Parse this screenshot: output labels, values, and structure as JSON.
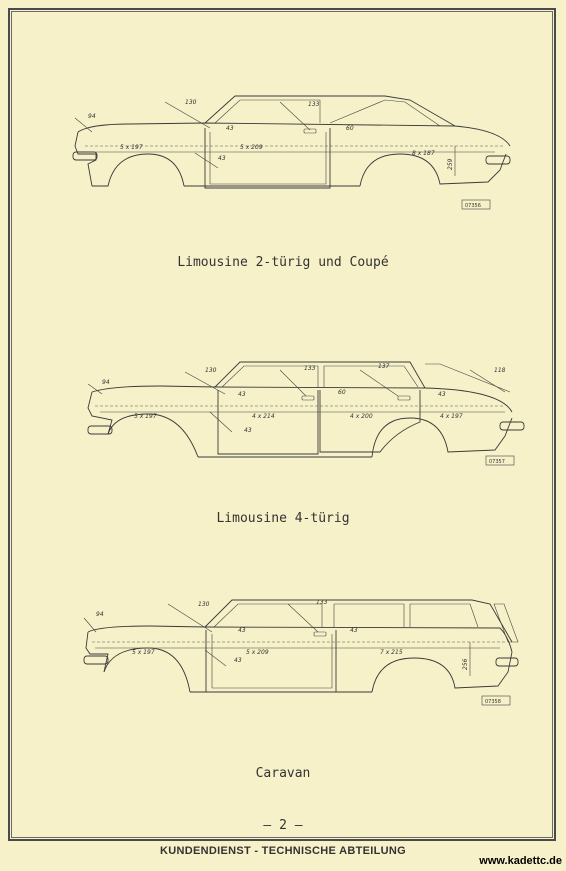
{
  "diagrams": [
    {
      "caption": "Limousine 2-türig und Coupé",
      "ref": "07356",
      "labels": {
        "front": "94",
        "pillar": "130",
        "pillar_lower": "43",
        "sill_lower": "43",
        "mirror": "133",
        "door_top": "60",
        "seg1": "5 x 197",
        "seg2": "5 x 209",
        "seg3": "8 x 187",
        "height": "259"
      }
    },
    {
      "caption": "Limousine 4-türig",
      "ref": "07357",
      "labels": {
        "front": "94",
        "pillar": "130",
        "pillar_lower": "43",
        "sill_lower": "43",
        "mirror": "133",
        "door_top": "60",
        "rear_handle": "137",
        "rear_pillar": "43",
        "tail": "118",
        "seg1": "5 x 197",
        "seg2": "4 x 214",
        "seg3": "4 x 200",
        "seg4": "4 x 197"
      }
    },
    {
      "caption": "Caravan",
      "ref": "07358",
      "labels": {
        "front": "94",
        "pillar": "130",
        "pillar_lower": "43",
        "sill_lower": "43",
        "mirror": "133",
        "door_top": "43",
        "seg1": "5 x 197",
        "seg2": "5 x 209",
        "seg3": "7 x 215",
        "height": "256"
      }
    }
  ],
  "page_number": "– 2 –",
  "footer": "KUNDENDIENST - TECHNISCHE ABTEILUNG",
  "watermark": "www.kadettc.de"
}
